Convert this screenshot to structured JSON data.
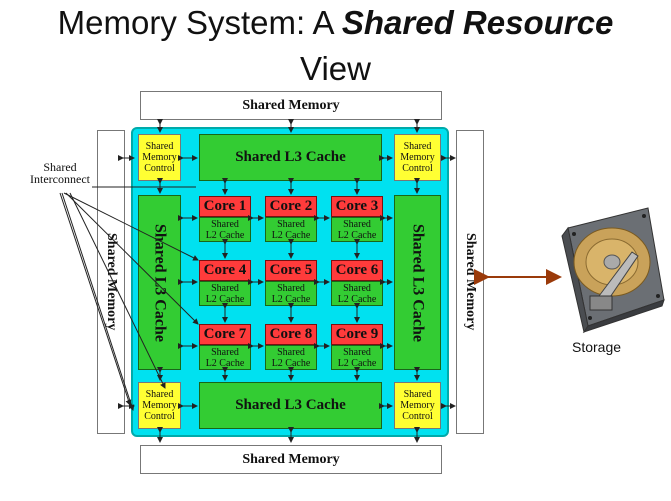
{
  "title": {
    "prefix": "Memory System: A ",
    "emphasis": "Shared Resource",
    "line2": "View"
  },
  "shared_memory": "Shared Memory",
  "shared_l3_cache": "Shared L3 Cache",
  "shared_memory_control": "Shared\nMemory\nControl",
  "shared_interconnect": "Shared\nInterconnect",
  "l2_cache": "Shared\nL2 Cache",
  "cores": [
    "Core 1",
    "Core 2",
    "Core 3",
    "Core 4",
    "Core 5",
    "Core 6",
    "Core 7",
    "Core 8",
    "Core 9"
  ],
  "storage": "Storage",
  "colors": {
    "interconnect": "#00e1f0",
    "cache": "#33cc33",
    "core": "#ff3b3b",
    "memory_control": "#ffff33",
    "storage_arrow": "#9a3a0a"
  }
}
